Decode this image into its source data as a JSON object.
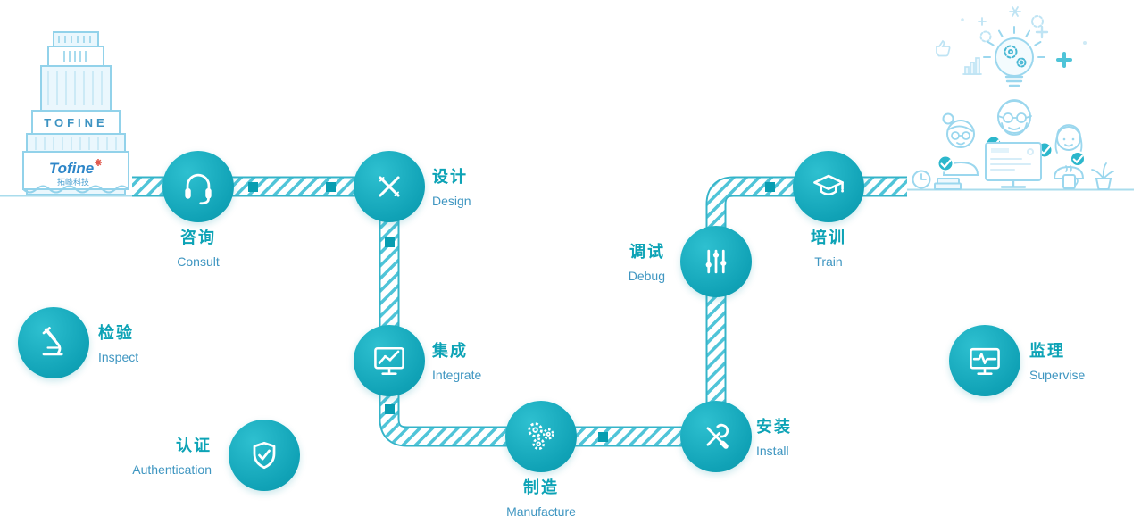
{
  "brand": {
    "building_sign": "TOFINE",
    "logo_en": "Tofine",
    "logo_zh": "拓峰科技"
  },
  "steps": [
    {
      "id": "consult",
      "zh": "咨询",
      "en": "Consult",
      "icon": "headset-icon"
    },
    {
      "id": "design",
      "zh": "设计",
      "en": "Design",
      "icon": "pencil-ruler-icon"
    },
    {
      "id": "integrate",
      "zh": "集成",
      "en": "Integrate",
      "icon": "monitor-chart-icon"
    },
    {
      "id": "manufacture",
      "zh": "制造",
      "en": "Manufacture",
      "icon": "gears-icon"
    },
    {
      "id": "install",
      "zh": "安装",
      "en": "Install",
      "icon": "tools-icon"
    },
    {
      "id": "debug",
      "zh": "调试",
      "en": "Debug",
      "icon": "sliders-icon"
    },
    {
      "id": "train",
      "zh": "培训",
      "en": "Train",
      "icon": "graduation-cap-icon"
    }
  ],
  "side_items": [
    {
      "id": "inspect",
      "zh": "检验",
      "en": "Inspect",
      "icon": "microscope-icon"
    },
    {
      "id": "authentication",
      "zh": "认证",
      "en": "Authentication",
      "icon": "shield-check-icon"
    },
    {
      "id": "supervise",
      "zh": "监理",
      "en": "Supervise",
      "icon": "monitor-pulse-icon"
    }
  ],
  "colors": {
    "accent_teal": "#12a7b9",
    "circle_fill": "#14abbd",
    "path_edge": "#35b4c9",
    "path_stripe": "#4fc4d8",
    "marker_square": "#089db1",
    "zh_text": "#0da3b6",
    "en_text": "#3f96c1",
    "illustration_line": "#9bd7ee",
    "badge_fill": "#2cb7cc",
    "logo_blue": "#2e86c8",
    "logo_red": "#e05a4e"
  }
}
